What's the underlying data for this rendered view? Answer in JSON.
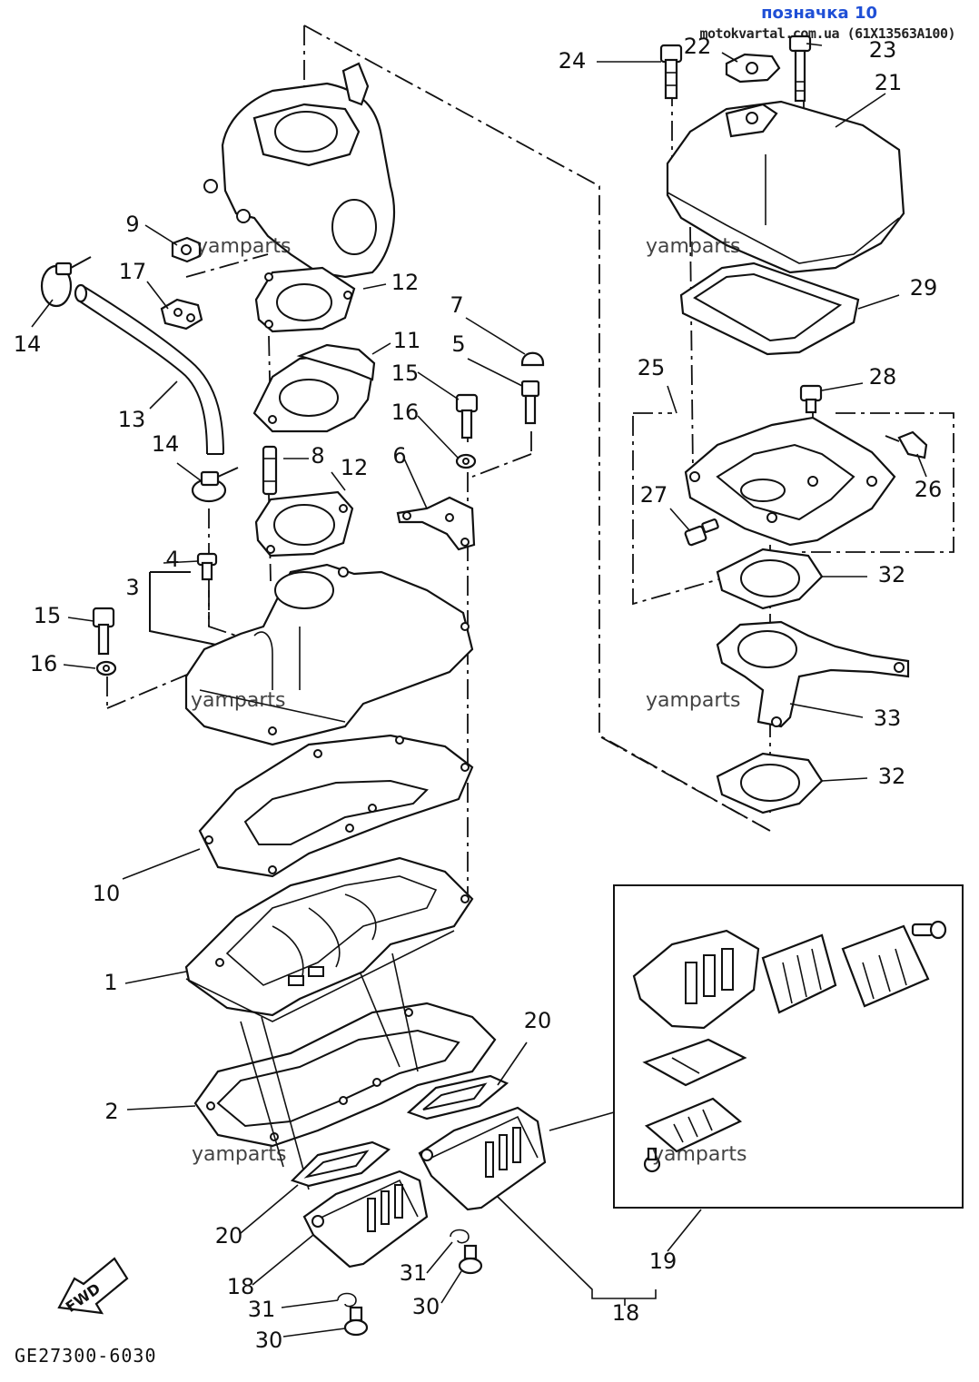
{
  "header": {
    "title": "позначка 10",
    "subtitle": "motokvartal.com.ua (61X13563A100)"
  },
  "diagram_code": "GE27300-6030",
  "fwd_label": "FWD",
  "watermark": "yamparts",
  "part_numbers": {
    "p1": "1",
    "p2": "2",
    "p3": "3",
    "p4": "4",
    "p5": "5",
    "p6": "6",
    "p7": "7",
    "p8": "8",
    "p9": "9",
    "p10": "10",
    "p11": "11",
    "p12a": "12",
    "p12b": "12",
    "p13": "13",
    "p14a": "14",
    "p14b": "14",
    "p15a": "15",
    "p15b": "15",
    "p16a": "16",
    "p16b": "16",
    "p17": "17",
    "p18a": "18",
    "p18b": "18",
    "p19": "19",
    "p20a": "20",
    "p20b": "20",
    "p21": "21",
    "p22": "22",
    "p23": "23",
    "p24": "24",
    "p25": "25",
    "p26": "26",
    "p27": "27",
    "p28": "28",
    "p29": "29",
    "p30a": "30",
    "p30b": "30",
    "p31a": "31",
    "p31b": "31",
    "p32a": "32",
    "p32b": "32",
    "p33": "33"
  },
  "colors": {
    "header_title": "#1f4fd6",
    "ink": "#111111",
    "paper": "#ffffff"
  }
}
